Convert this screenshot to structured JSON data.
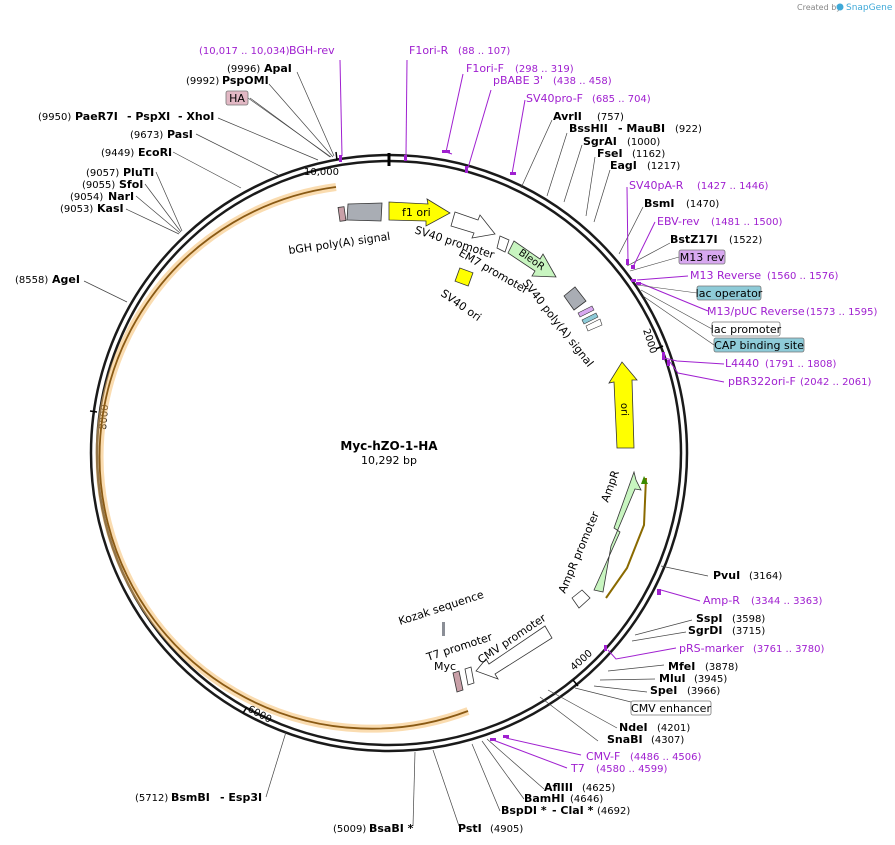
{
  "credit": {
    "created_by": "Created by",
    "brand": "SnapGene"
  },
  "plasmid": {
    "name": "Myc-hZO-1-HA",
    "length": "10,292 bp"
  },
  "ticks": [
    "10,000",
    "2000",
    "4000",
    "6000",
    "8000"
  ],
  "restriction_sites": [
    {
      "pos": "(9996)",
      "name": "ApaI"
    },
    {
      "pos": "(9992)",
      "name": "PspOMI"
    },
    {
      "pos": "(9950)",
      "name": "PaeR7I",
      "alt1": "PspXI",
      "alt2": "XhoI"
    },
    {
      "pos": "(9673)",
      "name": "PasI"
    },
    {
      "pos": "(9449)",
      "name": "EcoRI"
    },
    {
      "pos": "(9057)",
      "name": "PluTI"
    },
    {
      "pos": "(9055)",
      "name": "SfoI"
    },
    {
      "pos": "(9054)",
      "name": "NarI"
    },
    {
      "pos": "(9053)",
      "name": "KasI"
    },
    {
      "pos": "(8558)",
      "name": "AgeI"
    },
    {
      "pos": "(757)",
      "name": "AvrII"
    },
    {
      "pos": "(922)",
      "name": "BssHII",
      "alt1": "MauBI"
    },
    {
      "pos": "(1000)",
      "name": "SgrAI"
    },
    {
      "pos": "(1162)",
      "name": "FseI"
    },
    {
      "pos": "(1217)",
      "name": "EagI"
    },
    {
      "pos": "(1470)",
      "name": "BsmI"
    },
    {
      "pos": "(1522)",
      "name": "BstZ17I"
    },
    {
      "pos": "(3164)",
      "name": "PvuI"
    },
    {
      "pos": "(3598)",
      "name": "SspI"
    },
    {
      "pos": "(3715)",
      "name": "SgrDI"
    },
    {
      "pos": "(3878)",
      "name": "MfeI"
    },
    {
      "pos": "(3945)",
      "name": "MluI"
    },
    {
      "pos": "(3966)",
      "name": "SpeI"
    },
    {
      "pos": "(4201)",
      "name": "NdeI"
    },
    {
      "pos": "(4307)",
      "name": "SnaBI"
    },
    {
      "pos": "(4625)",
      "name": "AflIII"
    },
    {
      "pos": "(4646)",
      "name": "BamHI"
    },
    {
      "pos": "(4692)",
      "name": "BspDI *",
      "alt1": "ClaI *"
    },
    {
      "pos": "(4905)",
      "name": "PstI"
    },
    {
      "pos": "(5009)",
      "name": "BsaBI *"
    },
    {
      "pos": "(5712)",
      "name": "BsmBI",
      "alt1": "Esp3I"
    }
  ],
  "primers": [
    {
      "name": "BGH-rev",
      "range": "(10,017 .. 10,034)"
    },
    {
      "name": "F1ori-R",
      "range": "(88 .. 107)"
    },
    {
      "name": "F1ori-F",
      "range": "(298 .. 319)"
    },
    {
      "name": "pBABE 3'",
      "range": "(438 .. 458)"
    },
    {
      "name": "SV40pro-F",
      "range": "(685 .. 704)"
    },
    {
      "name": "SV40pA-R",
      "range": "(1427 .. 1446)"
    },
    {
      "name": "EBV-rev",
      "range": "(1481 .. 1500)"
    },
    {
      "name": "M13 Reverse",
      "range": "(1560 .. 1576)"
    },
    {
      "name": "M13/pUC Reverse",
      "range": "(1573 .. 1595)"
    },
    {
      "name": "L4440",
      "range": "(1791 .. 1808)"
    },
    {
      "name": "pBR322ori-F",
      "range": "(2042 .. 2061)"
    },
    {
      "name": "Amp-R",
      "range": "(3344 .. 3363)"
    },
    {
      "name": "pRS-marker",
      "range": "(3761 .. 3780)"
    },
    {
      "name": "CMV-F",
      "range": "(4486 .. 4506)"
    },
    {
      "name": "T7",
      "range": "(4580 .. 4599)"
    }
  ],
  "boxed_features": {
    "ha": "HA",
    "m13_rev": "M13 rev",
    "lac_operator": "lac operator",
    "lac_promoter": "lac promoter",
    "cap_site": "CAP binding site",
    "cmv_enhancer": "CMV enhancer"
  },
  "features": {
    "bgh": "bGH poly(A) signal",
    "f1ori": "f1 ori",
    "sv40_promoter": "SV40 promoter",
    "em7_promoter": "EM7 promoter",
    "bleor": "BleoR",
    "sv40_ori": "SV40 ori",
    "sv40_polya": "SV40 poly(A) signal",
    "ori": "ori",
    "ampr": "AmpR",
    "ampr_promoter": "AmpR promoter",
    "kozak": "Kozak sequence",
    "t7_promoter": "T7 promoter",
    "myc": "Myc",
    "cmv_promoter": "CMV promoter"
  },
  "colors": {
    "primer": "#a020d0",
    "f1ori_fill": "#ffff00",
    "bleor_fill": "#c8f5c0",
    "ampr_fill": "#c8f5c0",
    "ori_fill": "#ffff00",
    "insert_fill": "#f5c070",
    "boxed_blue": "#8ecbd8",
    "boxed_pink": "#e2b8c4",
    "boxed_violet": "#d8a8f0"
  }
}
